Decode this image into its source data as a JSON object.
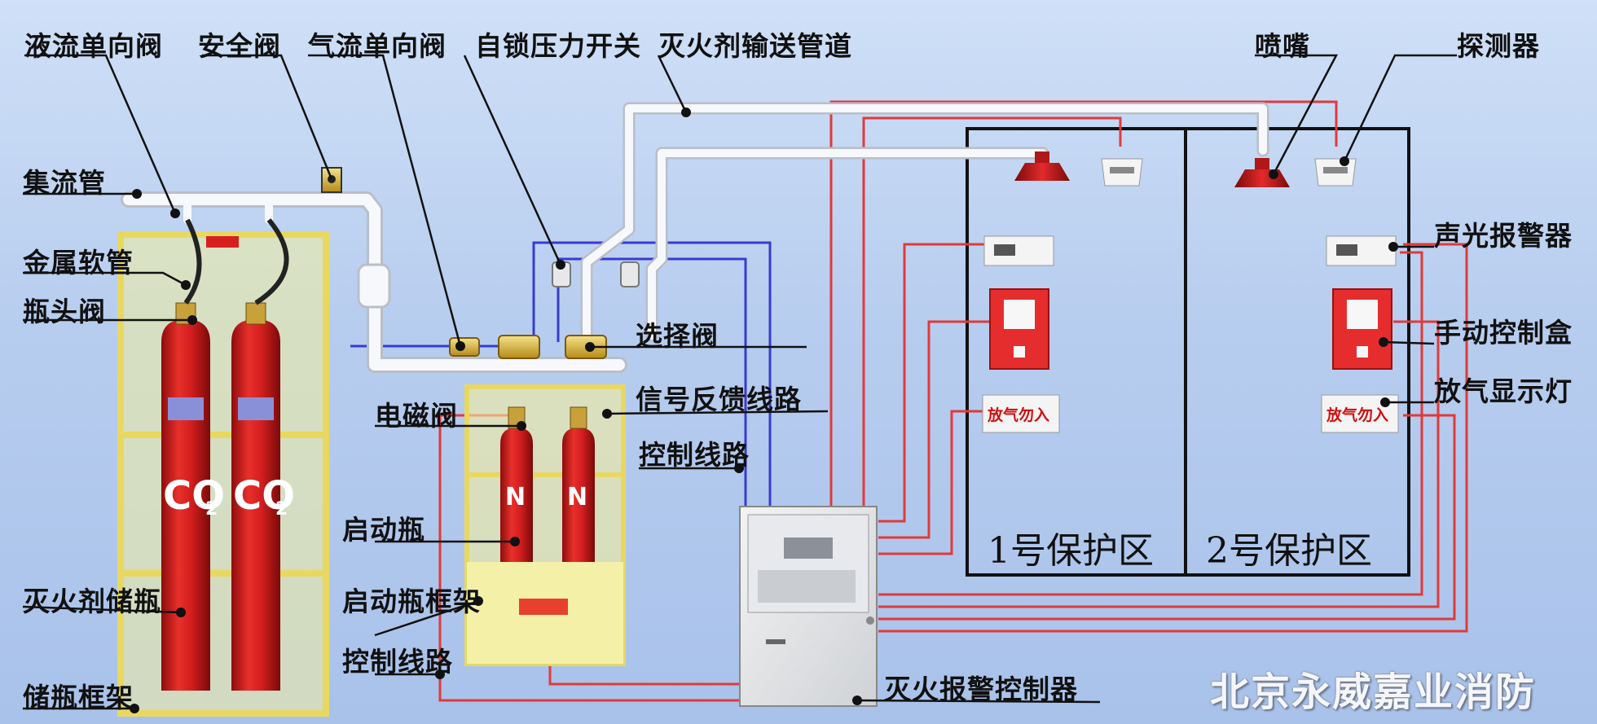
{
  "labels": {
    "liquid_check_valve": "液流单向阀",
    "safety_valve": "安全阀",
    "gas_check_valve": "气流单向阀",
    "pressure_switch": "自锁压力开关",
    "delivery_pipe": "灭火剂输送管道",
    "nozzle": "喷嘴",
    "detector": "探测器",
    "manifold": "集流管",
    "flex_hose": "金属软管",
    "bottle_valve": "瓶头阀",
    "selector_valve": "选择阀",
    "feedback_line": "信号反馈线路",
    "solenoid_valve": "电磁阀",
    "control_line_1": "控制线路",
    "start_bottle": "启动瓶",
    "start_bottle_frame": "启动瓶框架",
    "agent_bottle": "灭火剂储瓶",
    "control_line_2": "控制线路",
    "storage_frame": "储瓶框架",
    "controller": "灭火报警控制器",
    "alarm": "声光报警器",
    "manual_box": "手动控制盒",
    "release_lamp": "放气显示灯"
  },
  "zones": {
    "zone1": "1号保护区",
    "zone2": "2号保护区"
  },
  "bottles": {
    "co2": "CO",
    "co2_sub": "2",
    "n2": "N"
  },
  "lamps": {
    "release_text": "放气勿入"
  },
  "watermark": "北京永威嘉业消防",
  "colors": {
    "background": "#b7cdef",
    "bottle_red": "#d81f1f",
    "frame_yellow": "#f3ee9e",
    "pipe_white": "#f5f7fb",
    "wire_red": "#e03a3a",
    "wire_blue": "#3a3ad0",
    "zone_border": "#111111"
  }
}
